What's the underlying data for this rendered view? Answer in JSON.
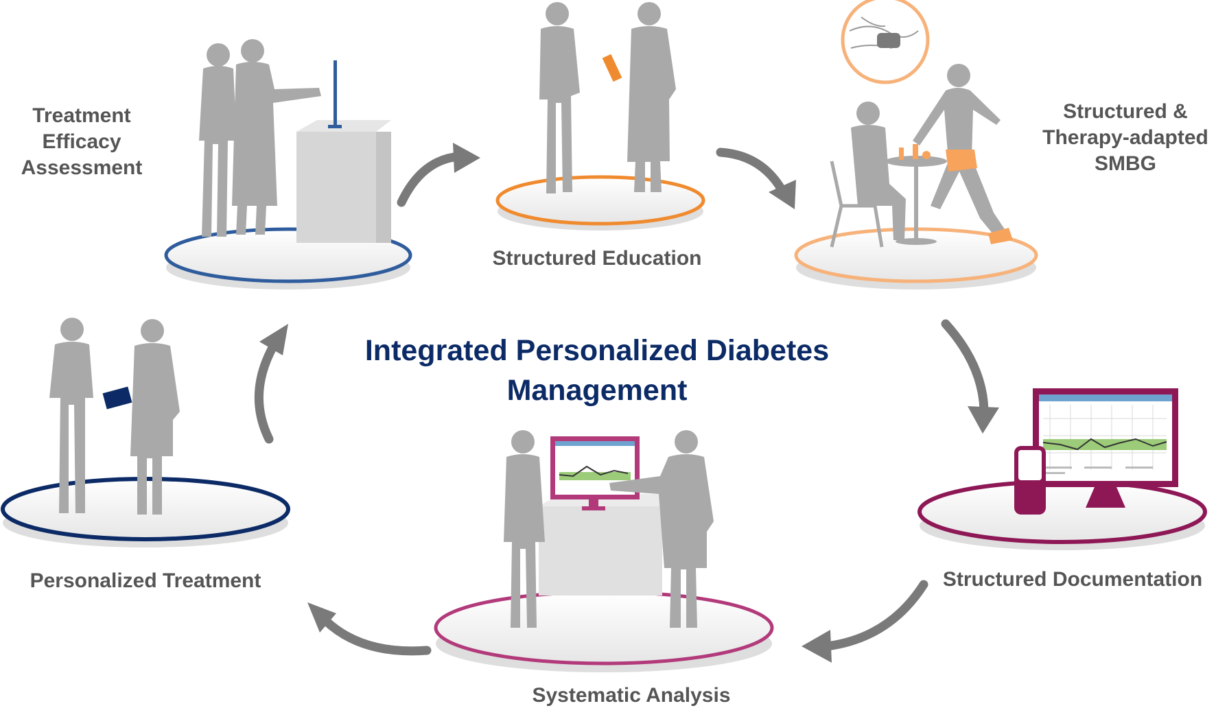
{
  "title": "Integrated Personalized Diabetes\nManagement",
  "stages": [
    {
      "label": "Structured Education",
      "color": "#f08a2e"
    },
    {
      "label": "Structured &\nTherapy-adapted\nSMBG",
      "color": "#f7b27a"
    },
    {
      "label": "Structured Documentation",
      "color": "#8e1756"
    },
    {
      "label": "Systematic Analysis",
      "color": "#b23a7a"
    },
    {
      "label": "Personalized Treatment",
      "color": "#0b2a66"
    },
    {
      "label": "Treatment\nEfficacy\nAssessment",
      "color": "#2f5c9c"
    }
  ],
  "colors": {
    "figure": "#a9a9a9",
    "arrow": "#7a7a7a",
    "title": "#0b2a66",
    "label": "#555555",
    "screen_frame": "#8e1756",
    "chart_area": "#9ccc7a",
    "accent_orange": "#f7a35c"
  }
}
